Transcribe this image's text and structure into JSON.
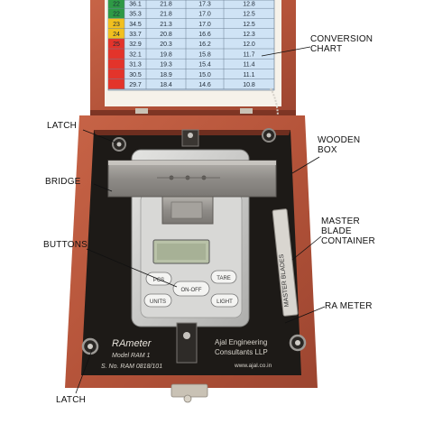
{
  "callouts": {
    "conversion_chart": [
      "CONVERSION",
      "CHART"
    ],
    "latch_top": "LATCH",
    "wooden_box": [
      "WOODEN",
      "BOX"
    ],
    "bridge": "BRIDGE",
    "master_blade_container": [
      "MASTER",
      "BLADE",
      "CONTAINER"
    ],
    "buttons": "BUTTONS",
    "ra_meter": "RA METER",
    "latch_bottom": "LATCH"
  },
  "conversion_table": {
    "rows": [
      [
        "22",
        "36.1",
        "21.8",
        "17.3",
        "12.8"
      ],
      [
        "22",
        "35.3",
        "21.8",
        "17.0",
        "12.5"
      ],
      [
        "23",
        "34.5",
        "21.3",
        "17.0",
        "12.5"
      ],
      [
        "24",
        "33.7",
        "20.8",
        "16.6",
        "12.3"
      ],
      [
        "25",
        "32.9",
        "20.3",
        "16.2",
        "12.0"
      ],
      [
        "",
        "32.1",
        "19.8",
        "15.8",
        "11.7"
      ],
      [
        "",
        "31.3",
        "19.3",
        "15.4",
        "11.4"
      ],
      [
        "",
        "30.5",
        "18.9",
        "15.0",
        "11.1"
      ],
      [
        "",
        "29.7",
        "18.4",
        "14.6",
        "10.8"
      ]
    ],
    "band_colors": [
      "#2e9a45",
      "#2e9a45",
      "#f2c01e",
      "#f2c01e",
      "#e3342b",
      "#e3342b",
      "#e3342b",
      "#e3342b",
      "#e3342b"
    ]
  },
  "scale_buttons": {
    "pcs": "PCS",
    "tare": "TARE",
    "on_off": "ON-OFF",
    "units": "UNITS",
    "light": "LIGHT"
  },
  "panel_text": {
    "product": "RAmeter",
    "model": "Model RAM 1",
    "serial": "S. No. RAM 0818/101",
    "maker_line1": "Ajal Engineering",
    "maker_line2": "Consultants LLP",
    "website": "www.ajal.co.in"
  },
  "blade_container_text": "MASTER BLADES",
  "colors": {
    "wood": "#b5543a",
    "wood_dark": "#8a3a26",
    "panel": "#1d1a17",
    "steel": "#9d9a96",
    "chart_blue": "#cfe3f5"
  }
}
